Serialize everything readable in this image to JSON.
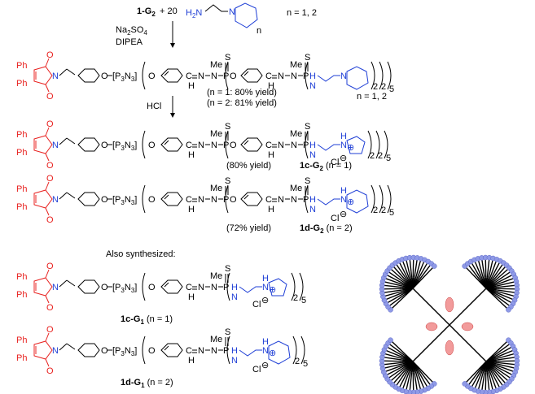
{
  "reaction": {
    "reactant": "1-G",
    "reactant_sub": "2",
    "plus_coeff": "+ 20",
    "amine_h2n": "H2N",
    "amine_n": "N",
    "ring_n": "n",
    "n_values": "n = 1, 2",
    "reagent1_main": "Na",
    "reagent1_sub1": "2",
    "reagent1_mid": "SO",
    "reagent1_sub2": "4",
    "reagent2": "DIPEA",
    "step2_reagent": "HCl"
  },
  "labels": {
    "ph": "Ph",
    "o": "O",
    "n": "N",
    "core": "[P3N3]",
    "core_open": "[P",
    "core_3a": "3",
    "core_mid": "N",
    "core_3b": "3",
    "core_close": "]",
    "hydrazone": "C=N–N–P",
    "h": "H",
    "me": "Me",
    "s": "S",
    "nh": "H",
    "cl": "Cl",
    "plus": "⊕",
    "minus": "⊖",
    "sub2": "2",
    "sub5": "5",
    "n_ring": "n = 1, 2"
  },
  "compounds": [
    {
      "yield_note": "(n = 1: 80% yield)",
      "yield_note2": "(n = 2: 81% yield)",
      "name": "",
      "sub": "",
      "suffix": ""
    },
    {
      "yield_note": "(80% yield)",
      "name": "1c-G",
      "sub": "2",
      "suffix": "(n = 1)"
    },
    {
      "yield_note": "(72% yield)",
      "name": "1d-G",
      "sub": "2",
      "suffix": "(n = 2)"
    },
    {
      "yield_note": "",
      "name": "1c-G",
      "sub": "1",
      "suffix": "(n = 1)"
    },
    {
      "yield_note": "",
      "name": "1d-G",
      "sub": "1",
      "suffix": "(n = 2)"
    }
  ],
  "also": "Also synthesized:",
  "colors": {
    "red": "#e8211f",
    "blue": "#1f3fd6",
    "dendrimer_bead": "#8f9ae6",
    "core_bead": "#f29b9b"
  }
}
